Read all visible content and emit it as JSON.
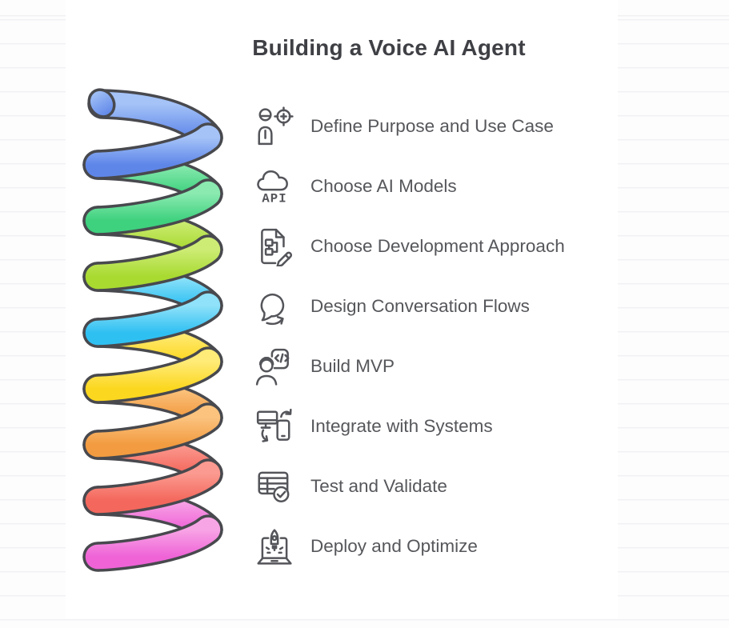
{
  "title": "Building a Voice AI Agent",
  "steps": [
    {
      "label": "Define Purpose and Use Case",
      "icon": "person-target-icon",
      "color": "#5e86e9",
      "color_light": "#a5c3f7"
    },
    {
      "label": "Choose AI Models",
      "icon": "cloud-api-icon",
      "color": "#3ed17e",
      "color_light": "#8aeab0",
      "icon_text": "API"
    },
    {
      "label": "Choose Development Approach",
      "icon": "document-flowchart-pencil-icon",
      "color": "#a8da30",
      "color_light": "#cdec75"
    },
    {
      "label": "Design Conversation Flows",
      "icon": "chat-arrow-icon",
      "color": "#2fc0f2",
      "color_light": "#8fe2f9"
    },
    {
      "label": "Build MVP",
      "icon": "engineer-code-icon",
      "color": "#fcd71f",
      "color_light": "#ffeb77"
    },
    {
      "label": "Integrate with Systems",
      "icon": "devices-sync-icon",
      "color": "#f29b40",
      "color_light": "#fbc37e"
    },
    {
      "label": "Test and Validate",
      "icon": "table-check-icon",
      "color": "#f4675c",
      "color_light": "#fb9a90"
    },
    {
      "label": "Deploy and Optimize",
      "icon": "laptop-rocket-icon",
      "color": "#ef63d7",
      "color_light": "#f8a5e6"
    }
  ],
  "colors": {
    "outline": "#48494e",
    "title_text": "#3f4045",
    "step_text": "#56575b",
    "icon_stroke": "#54555a",
    "ruled_line": "#f1f1f4",
    "canvas_bg": "#ffffff"
  }
}
